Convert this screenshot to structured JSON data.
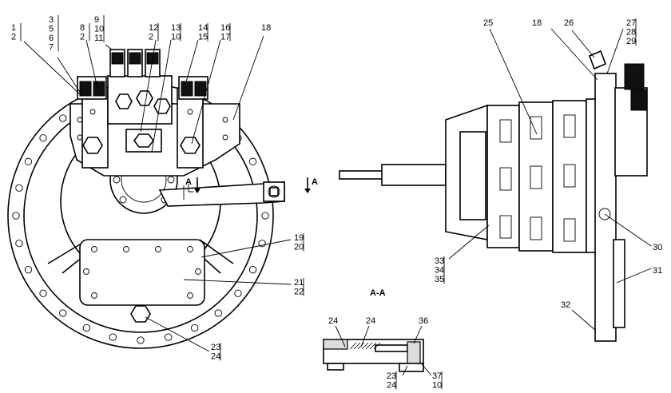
{
  "drawing": {
    "section_label": "A-A",
    "section_marker": "A",
    "callouts": [
      {
        "id": "c1",
        "lines": [
          "1",
          "2"
        ]
      },
      {
        "id": "c3",
        "lines": [
          "3",
          "5",
          "6",
          "7"
        ]
      },
      {
        "id": "c8",
        "lines": [
          "8",
          "2"
        ]
      },
      {
        "id": "c9",
        "lines": [
          "9",
          "10",
          "11"
        ]
      },
      {
        "id": "c12",
        "lines": [
          "12",
          "2"
        ]
      },
      {
        "id": "c13",
        "lines": [
          "13",
          "10"
        ]
      },
      {
        "id": "c14",
        "lines": [
          "14",
          "15"
        ]
      },
      {
        "id": "c16",
        "lines": [
          "16",
          "17"
        ]
      },
      {
        "id": "c18a",
        "lines": [
          "18"
        ]
      },
      {
        "id": "c19",
        "lines": [
          "19",
          "20"
        ]
      },
      {
        "id": "c21",
        "lines": [
          "21",
          "22"
        ]
      },
      {
        "id": "c23a",
        "lines": [
          "23",
          "24"
        ]
      },
      {
        "id": "c25",
        "lines": [
          "25"
        ]
      },
      {
        "id": "c18b",
        "lines": [
          "18"
        ]
      },
      {
        "id": "c26",
        "lines": [
          "26"
        ]
      },
      {
        "id": "c27",
        "lines": [
          "27",
          "28",
          "29"
        ]
      },
      {
        "id": "c30",
        "lines": [
          "30"
        ]
      },
      {
        "id": "c31",
        "lines": [
          "31"
        ]
      },
      {
        "id": "c32",
        "lines": [
          "32"
        ]
      },
      {
        "id": "c33",
        "lines": [
          "33",
          "34",
          "35"
        ]
      },
      {
        "id": "c24a",
        "lines": [
          "24"
        ]
      },
      {
        "id": "c24b",
        "lines": [
          "24"
        ]
      },
      {
        "id": "c36",
        "lines": [
          "36"
        ]
      },
      {
        "id": "c23b",
        "lines": [
          "23",
          "24"
        ]
      },
      {
        "id": "c37",
        "lines": [
          "37",
          "10"
        ]
      }
    ]
  }
}
